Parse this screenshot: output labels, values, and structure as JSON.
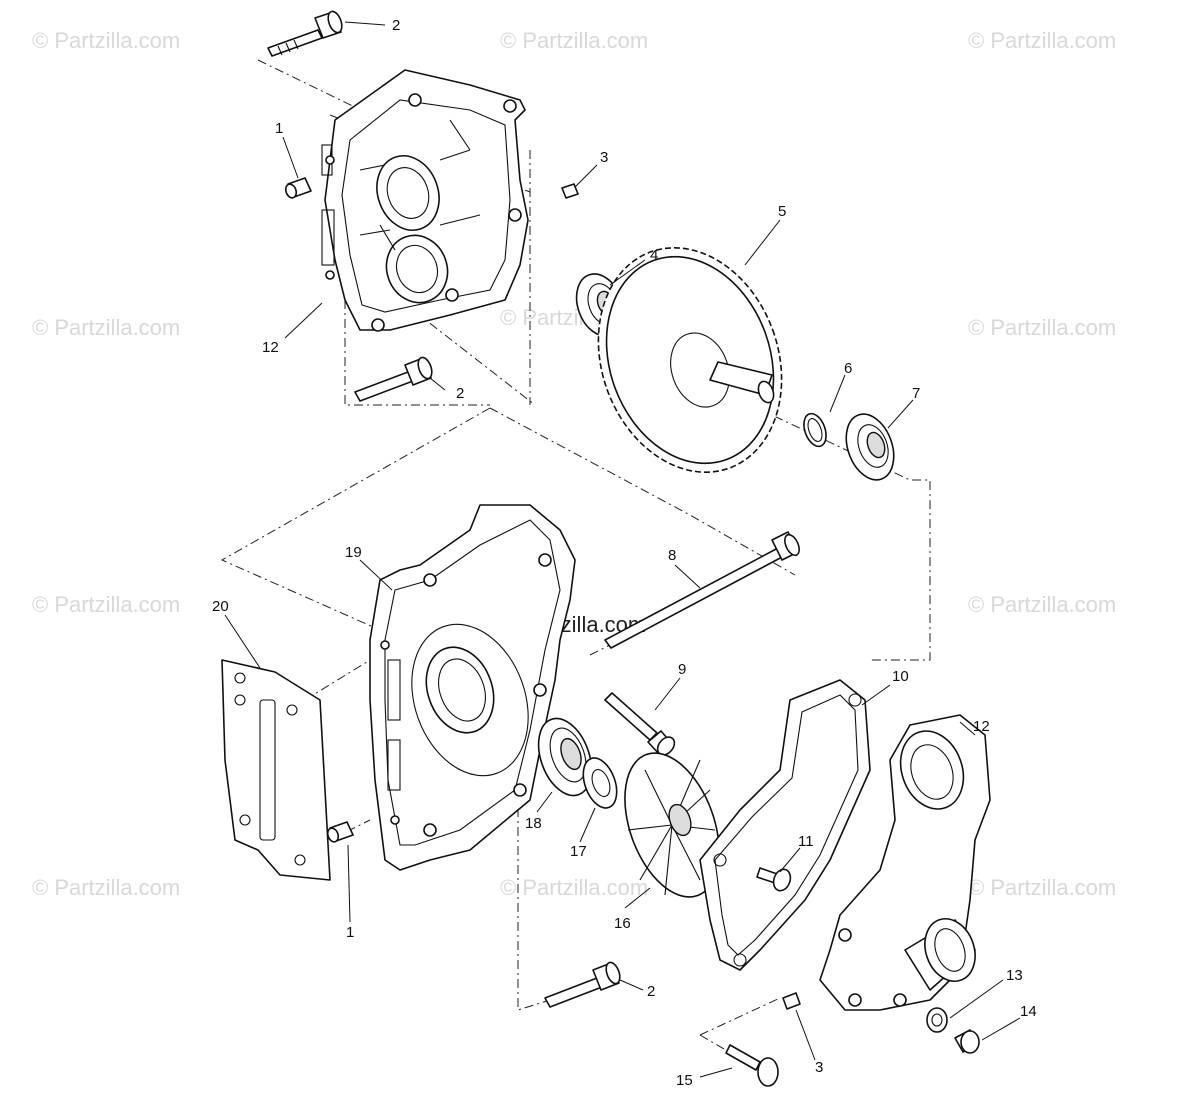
{
  "watermarks": {
    "corner": "© Partzilla.com",
    "center": "© Partzilla.com"
  },
  "callouts": {
    "c1_top": "1",
    "c2_top": "2",
    "c3_top": "3",
    "c4": "4",
    "c5": "5",
    "c6": "6",
    "c7": "7",
    "c12_top": "12",
    "c2_mid": "2",
    "c19": "19",
    "c20": "20",
    "c8": "8",
    "c9": "9",
    "c10": "10",
    "c12_bottom": "12",
    "c18": "18",
    "c17": "17",
    "c11": "11",
    "c16": "16",
    "c1_bottom": "1",
    "c2_bottom": "2",
    "c13": "13",
    "c14": "14",
    "c3_bottom": "3",
    "c15": "15"
  }
}
